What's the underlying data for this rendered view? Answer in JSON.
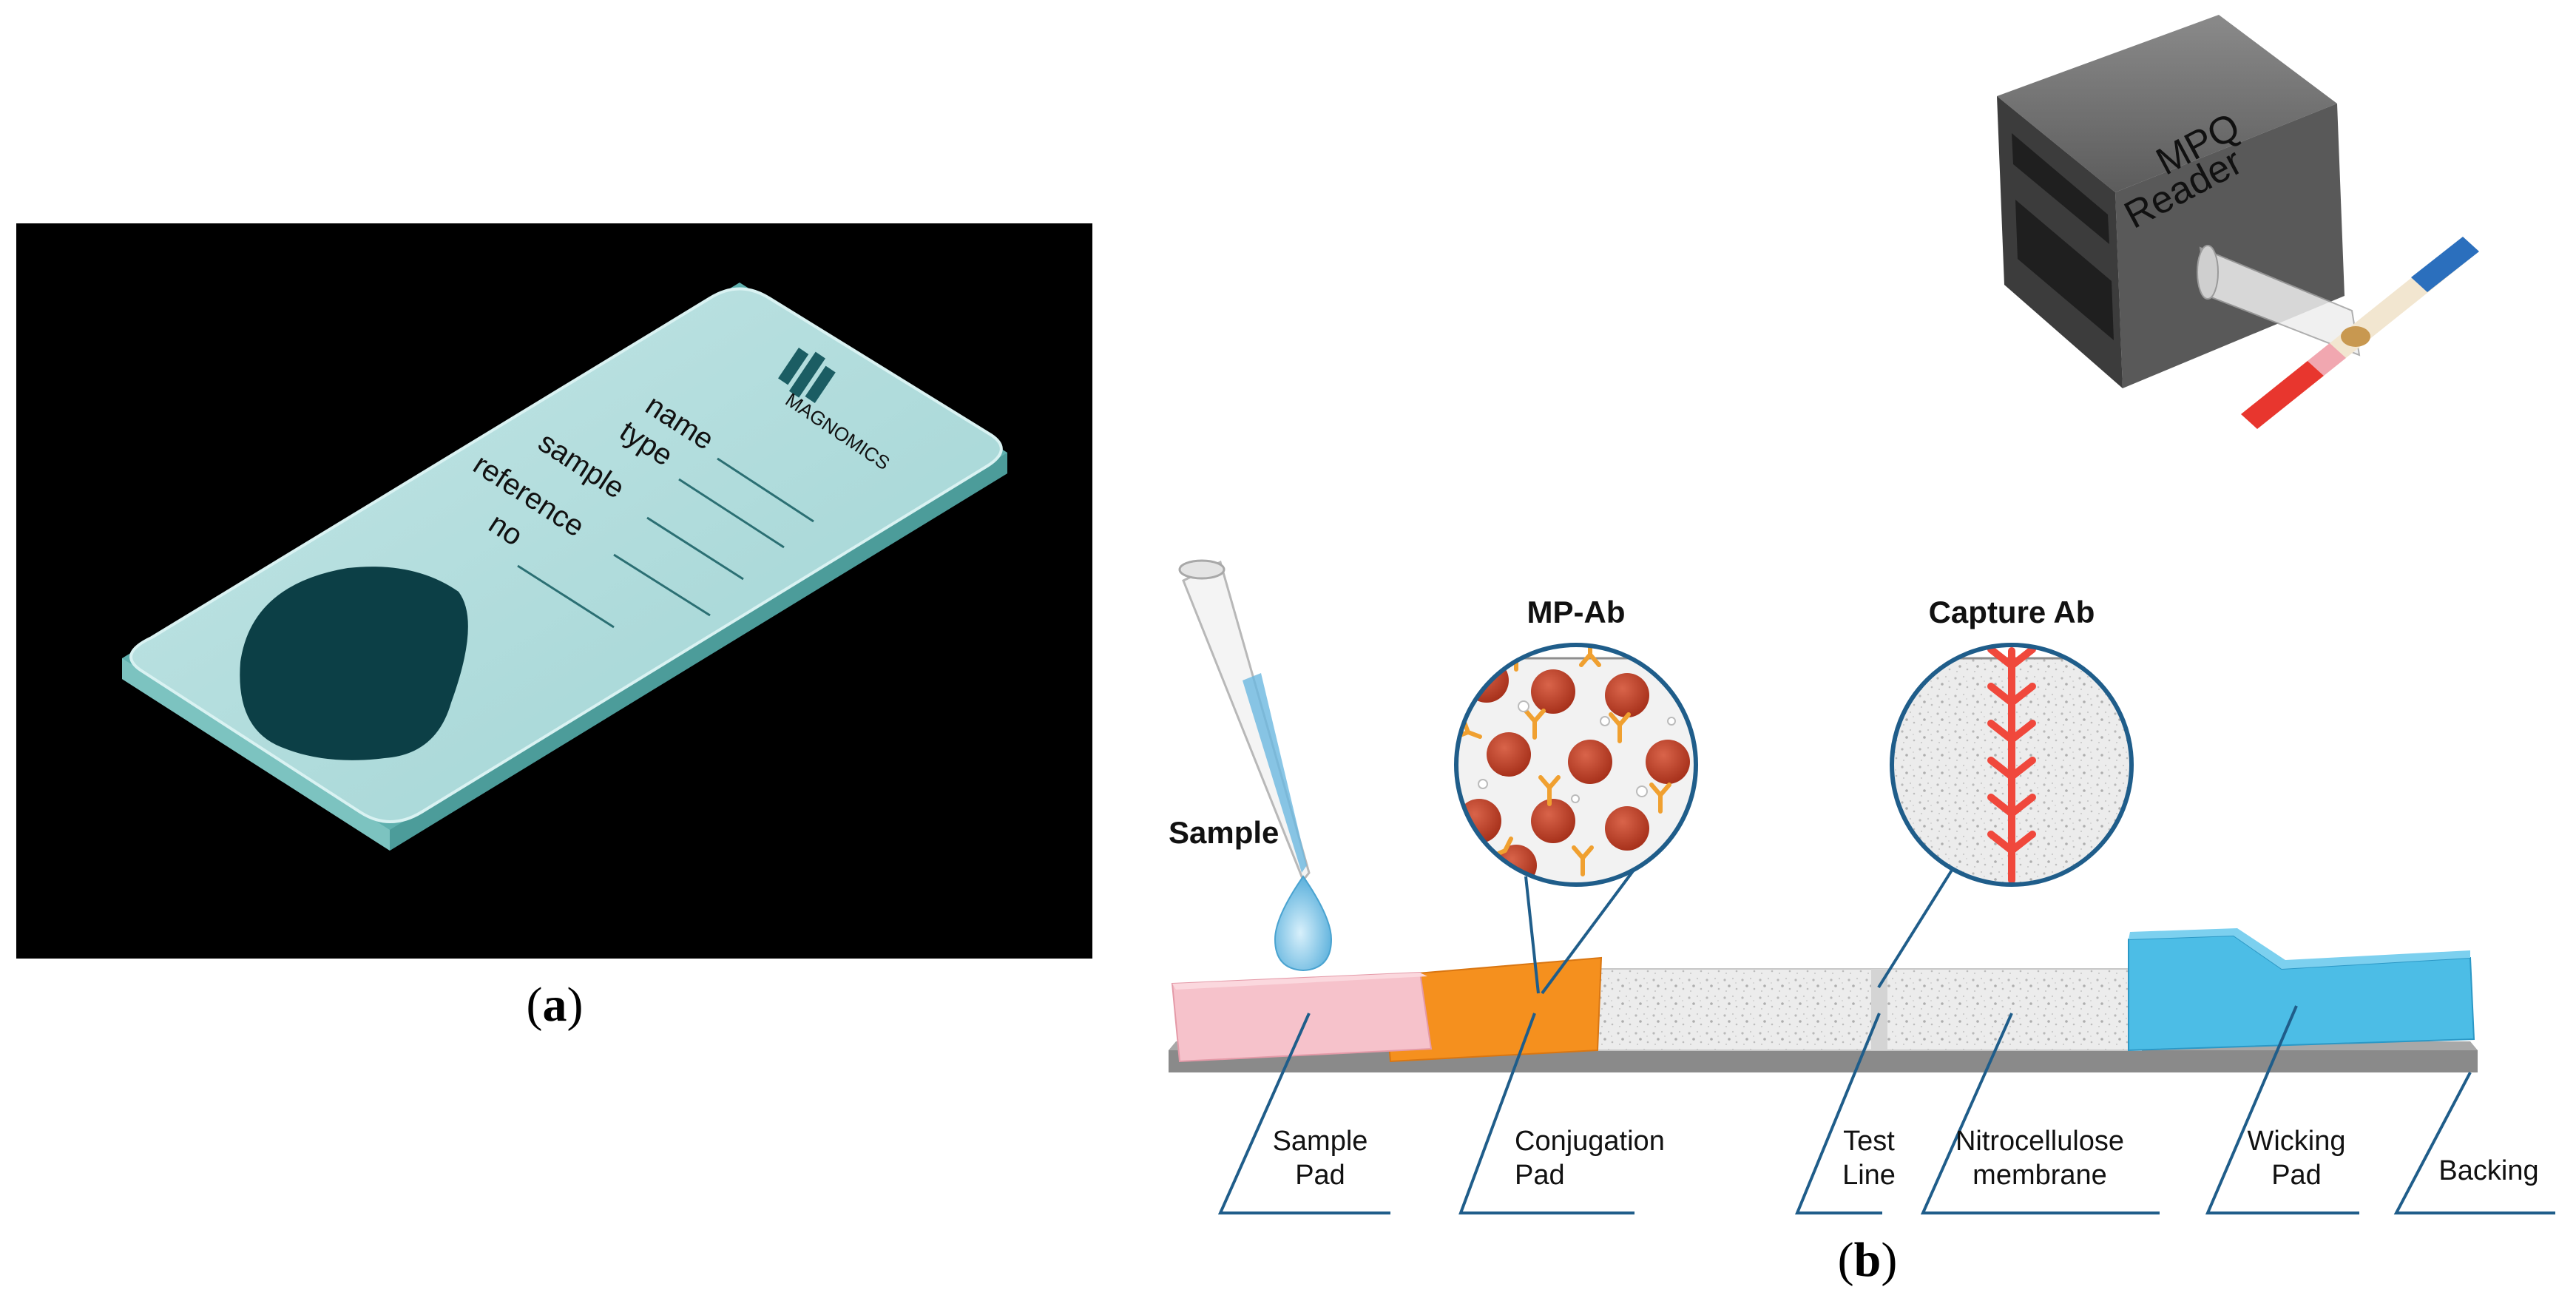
{
  "panel_a": {
    "caption_open": "(",
    "caption_letter": "a",
    "caption_close": ")",
    "brand": "MAGNOMICS",
    "fields": [
      "name",
      "type",
      "sample",
      "reference",
      "no"
    ]
  },
  "panel_b": {
    "caption_open": "(",
    "caption_letter": "b",
    "caption_close": ")",
    "reader_line1": "MPQ",
    "reader_line2": "Reader",
    "sample_label": "Sample",
    "mp_ab_label": "MP-Ab",
    "capture_ab_label": "Capture Ab",
    "parts": {
      "sample_pad": [
        "Sample",
        "Pad"
      ],
      "conjugation_pad": [
        "Conjugation",
        "Pad"
      ],
      "test_line": [
        "Test",
        "Line"
      ],
      "nitrocellulose": [
        "Nitrocellulose",
        "membrane"
      ],
      "wicking_pad": [
        "Wicking",
        "Pad"
      ],
      "backing": [
        "Backing"
      ]
    }
  },
  "colors": {
    "panel_a_bg": "#000000",
    "slide_glass": "#a9dcdc",
    "window": "#0c3f46",
    "sample_pad": "#f6c2cb",
    "conjugation_pad": "#f5901e",
    "wicking_pad": "#4cbde6",
    "nanoparticle": "#c0432a",
    "antibody": "#f0a030",
    "capture_ab": "#f0483c",
    "callout_line": "#1f5d8a",
    "reader_body": "#6b6b6b"
  }
}
